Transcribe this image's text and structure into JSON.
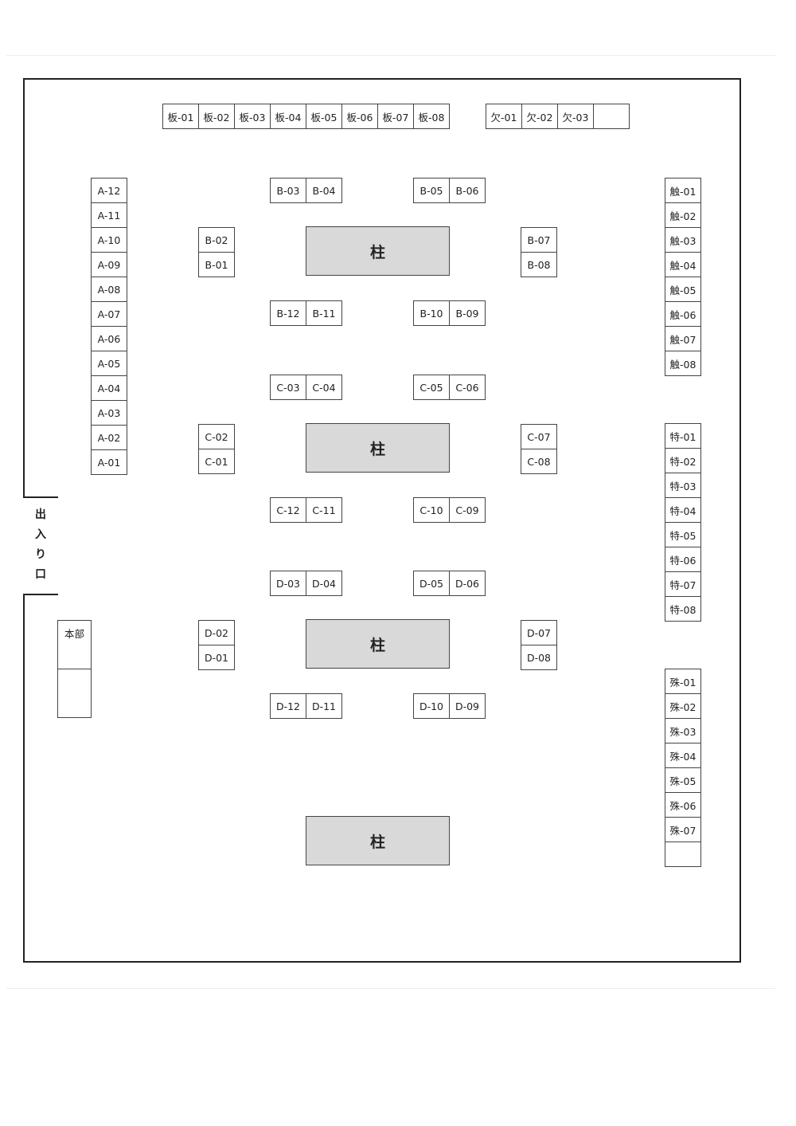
{
  "entrance": {
    "label": "出入り口",
    "chars": [
      "出",
      "入",
      "り",
      "口"
    ]
  },
  "pillar_label": "柱",
  "hq": {
    "label": "本部",
    "second": ""
  },
  "rows": {
    "top_left": [
      "板-01",
      "板-02",
      "板-03",
      "板-04",
      "板-05",
      "板-06",
      "板-07",
      "板-08"
    ],
    "top_right": [
      "欠-01",
      "欠-02",
      "欠-03",
      ""
    ],
    "left_column": [
      "A-12",
      "A-11",
      "A-10",
      "A-09",
      "A-08",
      "A-07",
      "A-06",
      "A-05",
      "A-04",
      "A-03",
      "A-02",
      "A-01"
    ],
    "right_column_1": [
      "触-01",
      "触-02",
      "触-03",
      "触-04",
      "触-05",
      "触-06",
      "触-07",
      "触-08"
    ],
    "right_column_2": [
      "特-01",
      "特-02",
      "特-03",
      "特-04",
      "特-05",
      "特-06",
      "特-07",
      "特-08"
    ],
    "right_column_3": [
      "殊-01",
      "殊-02",
      "殊-03",
      "殊-04",
      "殊-05",
      "殊-06",
      "殊-07",
      ""
    ]
  },
  "islands": [
    {
      "letter": "B",
      "top_left": [
        "B-03",
        "B-04"
      ],
      "top_right": [
        "B-05",
        "B-06"
      ],
      "side_left": [
        "B-02",
        "B-01"
      ],
      "side_right": [
        "B-07",
        "B-08"
      ],
      "bottom_left": [
        "B-12",
        "B-11"
      ],
      "bottom_right": [
        "B-10",
        "B-09"
      ]
    },
    {
      "letter": "C",
      "top_left": [
        "C-03",
        "C-04"
      ],
      "top_right": [
        "C-05",
        "C-06"
      ],
      "side_left": [
        "C-02",
        "C-01"
      ],
      "side_right": [
        "C-07",
        "C-08"
      ],
      "bottom_left": [
        "C-12",
        "C-11"
      ],
      "bottom_right": [
        "C-10",
        "C-09"
      ]
    },
    {
      "letter": "D",
      "top_left": [
        "D-03",
        "D-04"
      ],
      "top_right": [
        "D-05",
        "D-06"
      ],
      "side_left": [
        "D-02",
        "D-01"
      ],
      "side_right": [
        "D-07",
        "D-08"
      ],
      "bottom_left": [
        "D-12",
        "D-11"
      ],
      "bottom_right": [
        "D-10",
        "D-09"
      ]
    }
  ]
}
